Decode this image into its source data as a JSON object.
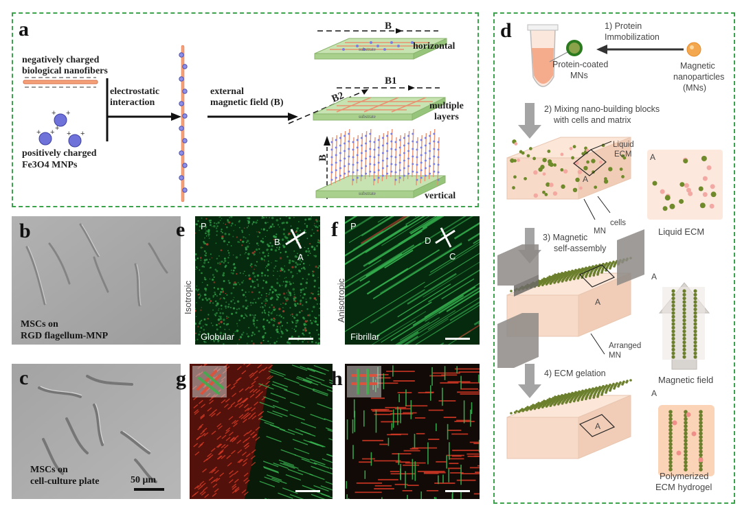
{
  "panel_a": {
    "label": "a",
    "nanofibers_line1": "negatively charged",
    "nanofibers_line2": "biological nanofibers",
    "mnps_line1": "positively charged",
    "mnps_line2": "Fe3O4 MNPs",
    "electrostatic_line1": "electrostatic",
    "electrostatic_line2": "interaction",
    "external_line1": "external",
    "external_line2": "magnetic field (B)",
    "field_b_top": "B",
    "field_b1": "B1",
    "field_b2": "B2",
    "field_b_vertical": "B",
    "horizontal": "horizontal",
    "multiple_line1": "multiple",
    "multiple_line2": "layers",
    "vertical": "vertical",
    "substrate": "substrate"
  },
  "panel_b": {
    "label": "b",
    "caption_line1": "MSCs on",
    "caption_line2": "RGD flagellum-MNP"
  },
  "panel_c": {
    "label": "c",
    "caption_line1": "MSCs on",
    "caption_line2": "cell-culture plate",
    "scale": "50 μm"
  },
  "panel_e": {
    "label": "e",
    "corner": "P",
    "axis1": "B",
    "axis2": "A",
    "side": "Isotropic",
    "bottom": "Globular"
  },
  "panel_f": {
    "label": "f",
    "corner": "P",
    "axis1": "D",
    "axis2": "C",
    "side": "Anisotropic",
    "bottom": "Fibrillar"
  },
  "panel_g": {
    "label": "g"
  },
  "panel_h": {
    "label": "h"
  },
  "panel_d": {
    "label": "d",
    "step1_line1": "1) Protein",
    "step1_line2": "Immobilization",
    "protein_line1": "Protein-coated",
    "protein_line2": "MNs",
    "magnetic_line1": "Magnetic",
    "magnetic_line2": "nanoparticles",
    "magnetic_line3": "(MNs)",
    "step2_line1": "2) Mixing nano-building blocks",
    "step2_line2": "with cells and matrix",
    "liquid_line1": "Liquid",
    "liquid_line2": "ECM",
    "cells": "cells",
    "mn": "MN",
    "zoom_a1": "A",
    "liquid_ecm": "Liquid ECM",
    "step3_line1": "3) Magnetic",
    "step3_line2": "self-assembly",
    "zoom_a2": "A",
    "arranged_line1": "Arranged",
    "arranged_line2": "MN",
    "magnetic_field": "Magnetic field",
    "step4": "4) ECM gelation",
    "zoom_a3": "A",
    "polymerized_line1": "Polymerized",
    "polymerized_line2": "ECM hydrogel",
    "box_letter1": "A",
    "box_letter2": "A",
    "box_letter3": "A"
  }
}
